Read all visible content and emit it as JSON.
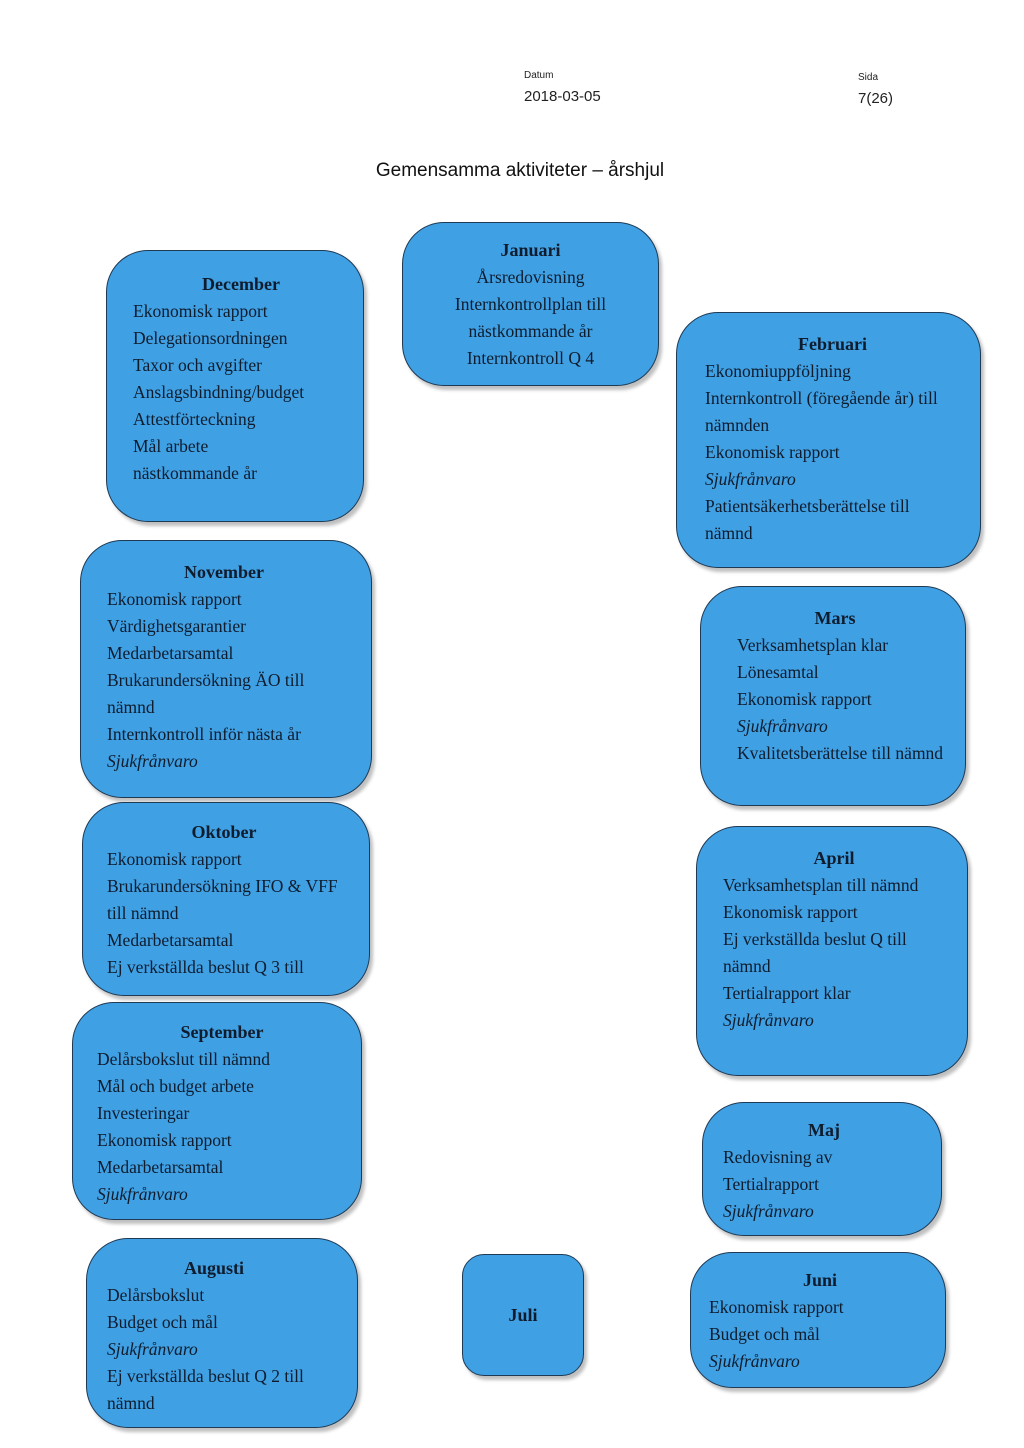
{
  "header": {
    "datum_label": "Datum",
    "datum_value": "2018-03-05",
    "sida_label": "Sida",
    "sida_value": "7(26)"
  },
  "title": "Gemensamma aktiviteter – årshjul",
  "months": {
    "januari": {
      "name": "Januari",
      "items": [
        "Årsredovisning",
        "Internkontrollplan till nästkommande år",
        "Internkontroll Q 4"
      ]
    },
    "februari": {
      "name": "Februari",
      "items": [
        "Ekonomiuppföljning",
        "Internkontroll (föregående år) till nämnden",
        "Ekonomisk rapport",
        "Sjukfrånvaro",
        "Patientsäkerhetsberättelse till nämnd"
      ]
    },
    "mars": {
      "name": "Mars",
      "items": [
        "Verksamhetsplan klar",
        "Lönesamtal",
        "Ekonomisk rapport",
        "Sjukfrånvaro",
        "Kvalitetsberättelse till nämnd"
      ]
    },
    "april": {
      "name": "April",
      "items": [
        "Verksamhetsplan till nämnd",
        "Ekonomisk rapport",
        "Ej verkställda beslut Q till nämnd",
        "Tertialrapport klar",
        "Sjukfrånvaro"
      ]
    },
    "maj": {
      "name": "Maj",
      "items": [
        "Redovisning av Tertialrapport",
        "Sjukfrånvaro"
      ]
    },
    "juni": {
      "name": "Juni",
      "items": [
        "Ekonomisk rapport",
        "Budget och mål",
        "Sjukfrånvaro"
      ]
    },
    "juli": {
      "name": "Juli",
      "items": []
    },
    "augusti": {
      "name": "Augusti",
      "items": [
        "Delårsbokslut",
        "Budget och mål",
        "Sjukfrånvaro",
        "Ej verkställda beslut Q 2 till nämnd"
      ]
    },
    "september": {
      "name": "September",
      "items": [
        "Delårsbokslut till nämnd",
        "Mål och budget arbete",
        "Investeringar",
        "Ekonomisk rapport",
        "Medarbetarsamtal",
        "Sjukfrånvaro"
      ]
    },
    "oktober": {
      "name": "Oktober",
      "items": [
        "Ekonomisk rapport",
        "Brukarundersökning IFO & VFF till nämnd",
        "Medarbetarsamtal",
        "Ej verkställda beslut Q 3 till"
      ]
    },
    "november": {
      "name": "November",
      "items": [
        "Ekonomisk rapport",
        "Värdighetsgarantier",
        "Medarbetarsamtal",
        "Brukarundersökning ÄO till nämnd",
        "Internkontroll inför nästa år",
        "Sjukfrånvaro"
      ]
    },
    "december": {
      "name": "December",
      "items": [
        "Ekonomisk rapport",
        "Delegationsordningen",
        "Taxor och avgifter",
        "Anslagsbindning/budget",
        "Attestförteckning",
        "Mål arbete nästkommande år"
      ]
    }
  }
}
